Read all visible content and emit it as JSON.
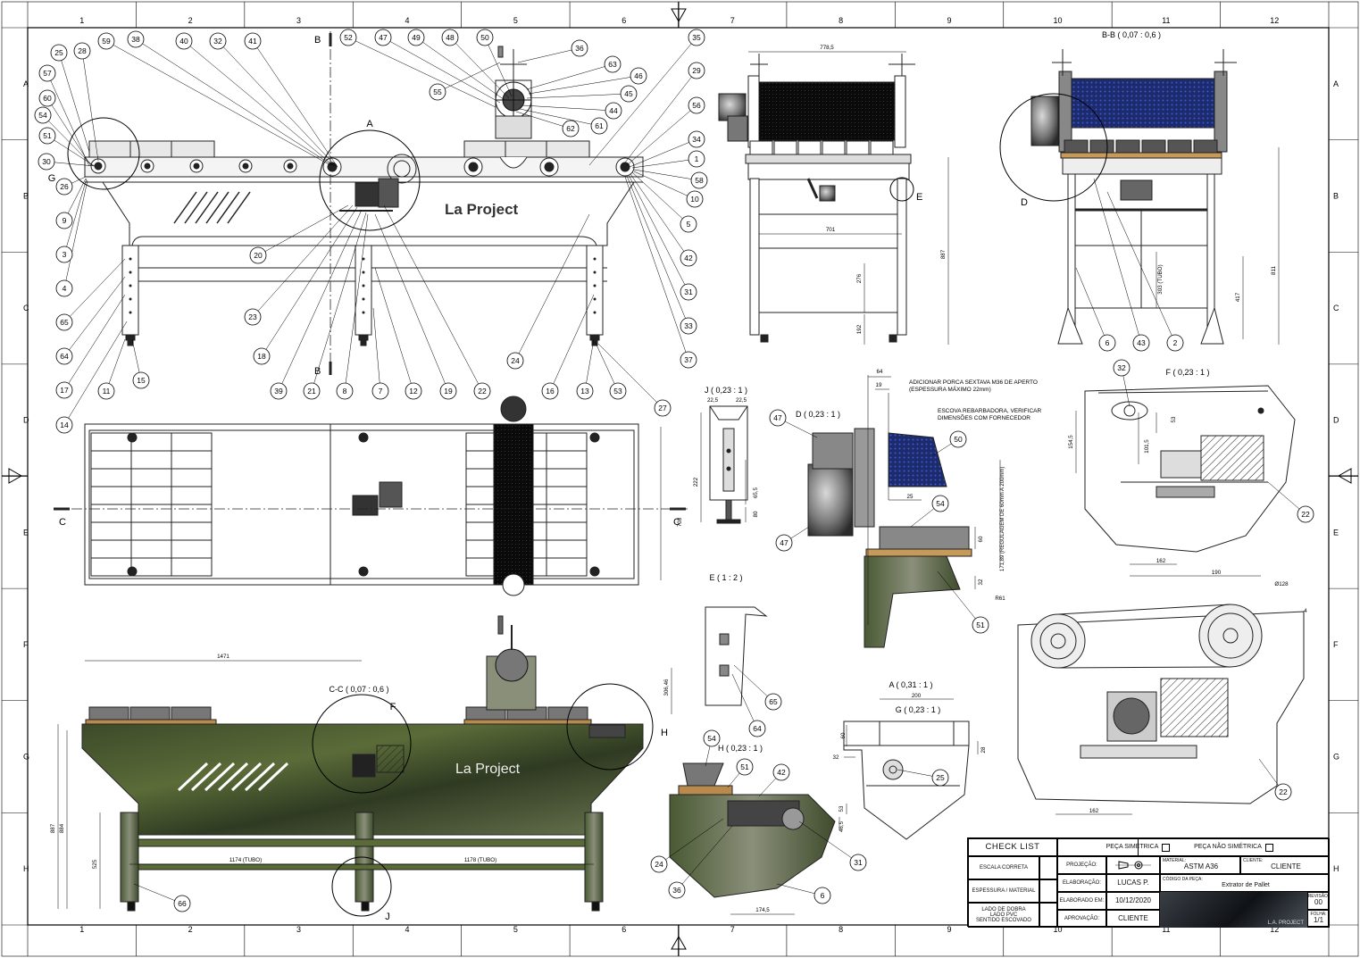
{
  "grid": {
    "cols": [
      "1",
      "2",
      "3",
      "4",
      "5",
      "6",
      "7",
      "8",
      "9",
      "10",
      "11",
      "12"
    ],
    "rows": [
      "A",
      "B",
      "C",
      "D",
      "E",
      "F",
      "G",
      "H"
    ]
  },
  "section_marks": {
    "b_top": "B",
    "b_bottom": "B",
    "c_left": "C",
    "c_right": "C"
  },
  "views": {
    "bb": "B-B ( 0,07 : 0,6 )",
    "j": "J ( 0,23 : 1 )",
    "d": "D ( 0,23 : 1 )",
    "f": "F ( 0,23 : 1 )",
    "e": "E ( 1 : 2 )",
    "a": "A ( 0,31 : 1 )",
    "g": "G ( 0,23 : 1 )",
    "h": "H ( 0,23 : 1 )",
    "cc": "C-C ( 0,07 : 0,6 )"
  },
  "detail_letters": {
    "a": "A",
    "g": "G",
    "e": "E",
    "d": "D",
    "f": "F",
    "h": "H",
    "j": "J"
  },
  "notes": {
    "n1a": "ADICIONAR PORCA SEXTAVA M36 DE APERTO",
    "n1b": "(ESPESSURA MÁXIMO 22mm)",
    "n2a": "ESCOVA REBARBADORA, VERIFICAR",
    "n2b": "DIMENSÕES COM FORNECEDOR",
    "vert": "171,89 (REGULAGEM DE 60mm A 200mm)"
  },
  "dims": {
    "d778": "778,5",
    "d701": "701",
    "d887a": "887",
    "d276": "276",
    "d192": "192",
    "d811": "811",
    "d417": "417",
    "d303": "303 (TUBO)",
    "d703": "703",
    "d1471": "1471",
    "d306": "306,46",
    "d887b": "887",
    "d884": "884",
    "d525": "525",
    "d1174": "1174 (TUBO)",
    "d1178": "1178 (TUBO)",
    "d225a": "22,5",
    "d225b": "22,5",
    "d222": "222",
    "d655": "65,5",
    "d80": "80",
    "d64": "64",
    "d19": "19",
    "d25": "25",
    "d60": "60",
    "d32": "32",
    "d53": "53",
    "d1545": "154,5",
    "d1015": "101,5",
    "d162a": "162",
    "d190": "190",
    "r61": "R61",
    "o128": "Ø128",
    "d4": "4",
    "d162b": "162",
    "d200": "200",
    "d60b": "60",
    "d32b": "32",
    "d28": "28",
    "d53b": "53",
    "d465": "46,5",
    "d1745": "174,5"
  },
  "logo_text": "La Project",
  "balloons_main": [
    "25",
    "28",
    "59",
    "38",
    "40",
    "32",
    "41",
    "52",
    "47",
    "49",
    "48",
    "50",
    "36",
    "63",
    "46",
    "45",
    "44",
    "61",
    "62",
    "55",
    "35",
    "29",
    "56",
    "34",
    "1",
    "58",
    "10",
    "5",
    "42",
    "31",
    "33",
    "37",
    "57",
    "60",
    "54",
    "51",
    "30",
    "26",
    "9",
    "3",
    "4",
    "65",
    "64",
    "17",
    "14",
    "11",
    "15",
    "20",
    "23",
    "18",
    "39",
    "21",
    "8",
    "7",
    "12",
    "19",
    "22",
    "24",
    "16",
    "13",
    "53",
    "27"
  ],
  "balloons_detail": {
    "bb_6": "6",
    "bb_43": "43",
    "bb_2": "2",
    "d_47a": "47",
    "d_47b": "47",
    "d_50": "50",
    "d_54": "54",
    "d_51": "51",
    "f_32": "32",
    "f_22a": "22",
    "f_22b": "22",
    "e_65": "65",
    "e_64": "64",
    "g_25": "25",
    "h_54": "54",
    "h_51": "51",
    "h_42": "42",
    "h_24": "24",
    "h_36": "36",
    "h_31": "31",
    "h_6": "6",
    "cc_66": "66"
  },
  "title_block": {
    "check_list": "CHECK LIST",
    "peca_simetrica": "PEÇA SIMÉTRICA",
    "peca_nao_simetrica": "PEÇA NÃO SIMÉTRICA",
    "escala_correta": "ESCALA CORRETA",
    "espessura_material": "ESPESSURA / MATERIAL",
    "lado_de_dobra": "LADO DE DOBRA",
    "lado_pvc": "LADO PVC",
    "sentido_escovado": "SENTIDO ESCOVADO",
    "projecao_label": "PROJEÇÃO:",
    "material_label": "MATERIAL:",
    "material_value": "ASTM A36",
    "cliente_label": "CLIENTE:",
    "cliente_value": "CLIENTE",
    "elaboracao_label": "ELABORAÇÃO:",
    "elaboracao_value": "LUCAS P.",
    "codigo_label": "CÓDIGO DA PEÇA:",
    "codigo_value": "Extrator de Pallet",
    "elaborado_em_label": "ELABORADO EM:",
    "elaborado_em_value": "10/12/2020",
    "aprovacao_label": "APROVAÇÃO:",
    "aprovacao_value": "CLIENTE",
    "revisao_label": "REVISÃO:",
    "revisao_value": "00",
    "folha_label": "FOLHA:",
    "folha_value": "1/1",
    "logo_caption": "L.A. PROJECT"
  }
}
